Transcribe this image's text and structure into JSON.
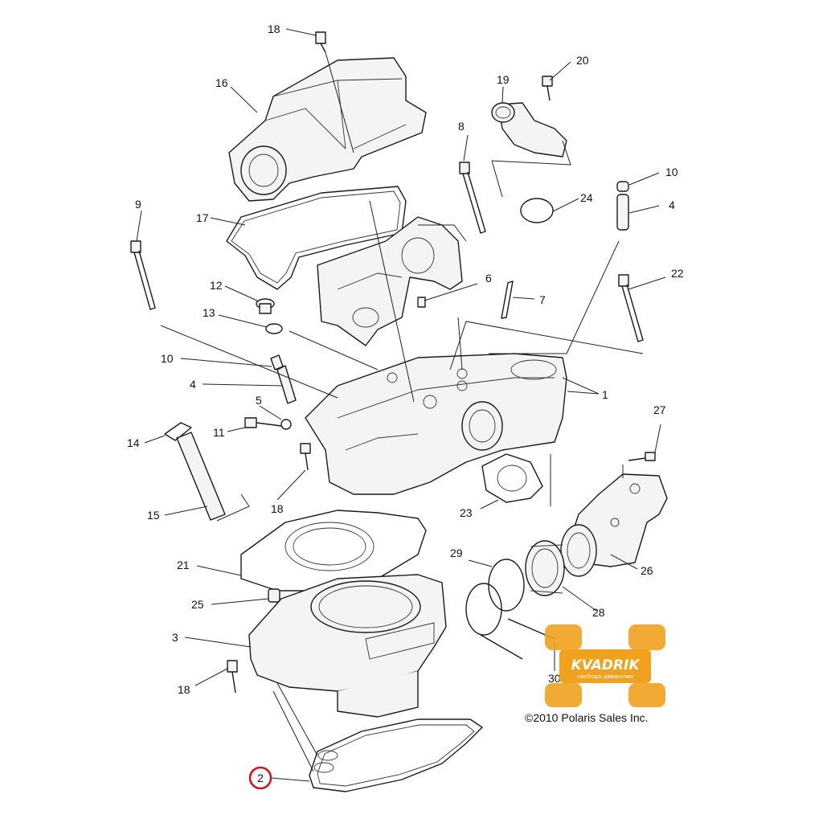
{
  "callouts": {
    "c1": "1",
    "c2": "2",
    "c3": "3",
    "c4a": "4",
    "c4b": "4",
    "c5": "5",
    "c6": "6",
    "c7": "7",
    "c8": "8",
    "c9": "9",
    "c10a": "10",
    "c10b": "10",
    "c11": "11",
    "c12": "12",
    "c13": "13",
    "c14": "14",
    "c15": "15",
    "c16": "16",
    "c17": "17",
    "c18a": "18",
    "c18b": "18",
    "c18c": "18",
    "c19": "19",
    "c20": "20",
    "c21": "21",
    "c22": "22",
    "c23": "23",
    "c24": "24",
    "c25": "25",
    "c26": "26",
    "c27": "27",
    "c28": "28",
    "c29": "29",
    "c30": "30"
  },
  "highlighted_callout": "2",
  "copyright": "©2010 Polaris Sales Inc.",
  "watermark": {
    "brand": "KVADRIK",
    "tagline": "свобода движения",
    "color": "#f0a21e"
  },
  "colors": {
    "highlight_ring": "#d0141c",
    "line": "#1a1a1a"
  }
}
